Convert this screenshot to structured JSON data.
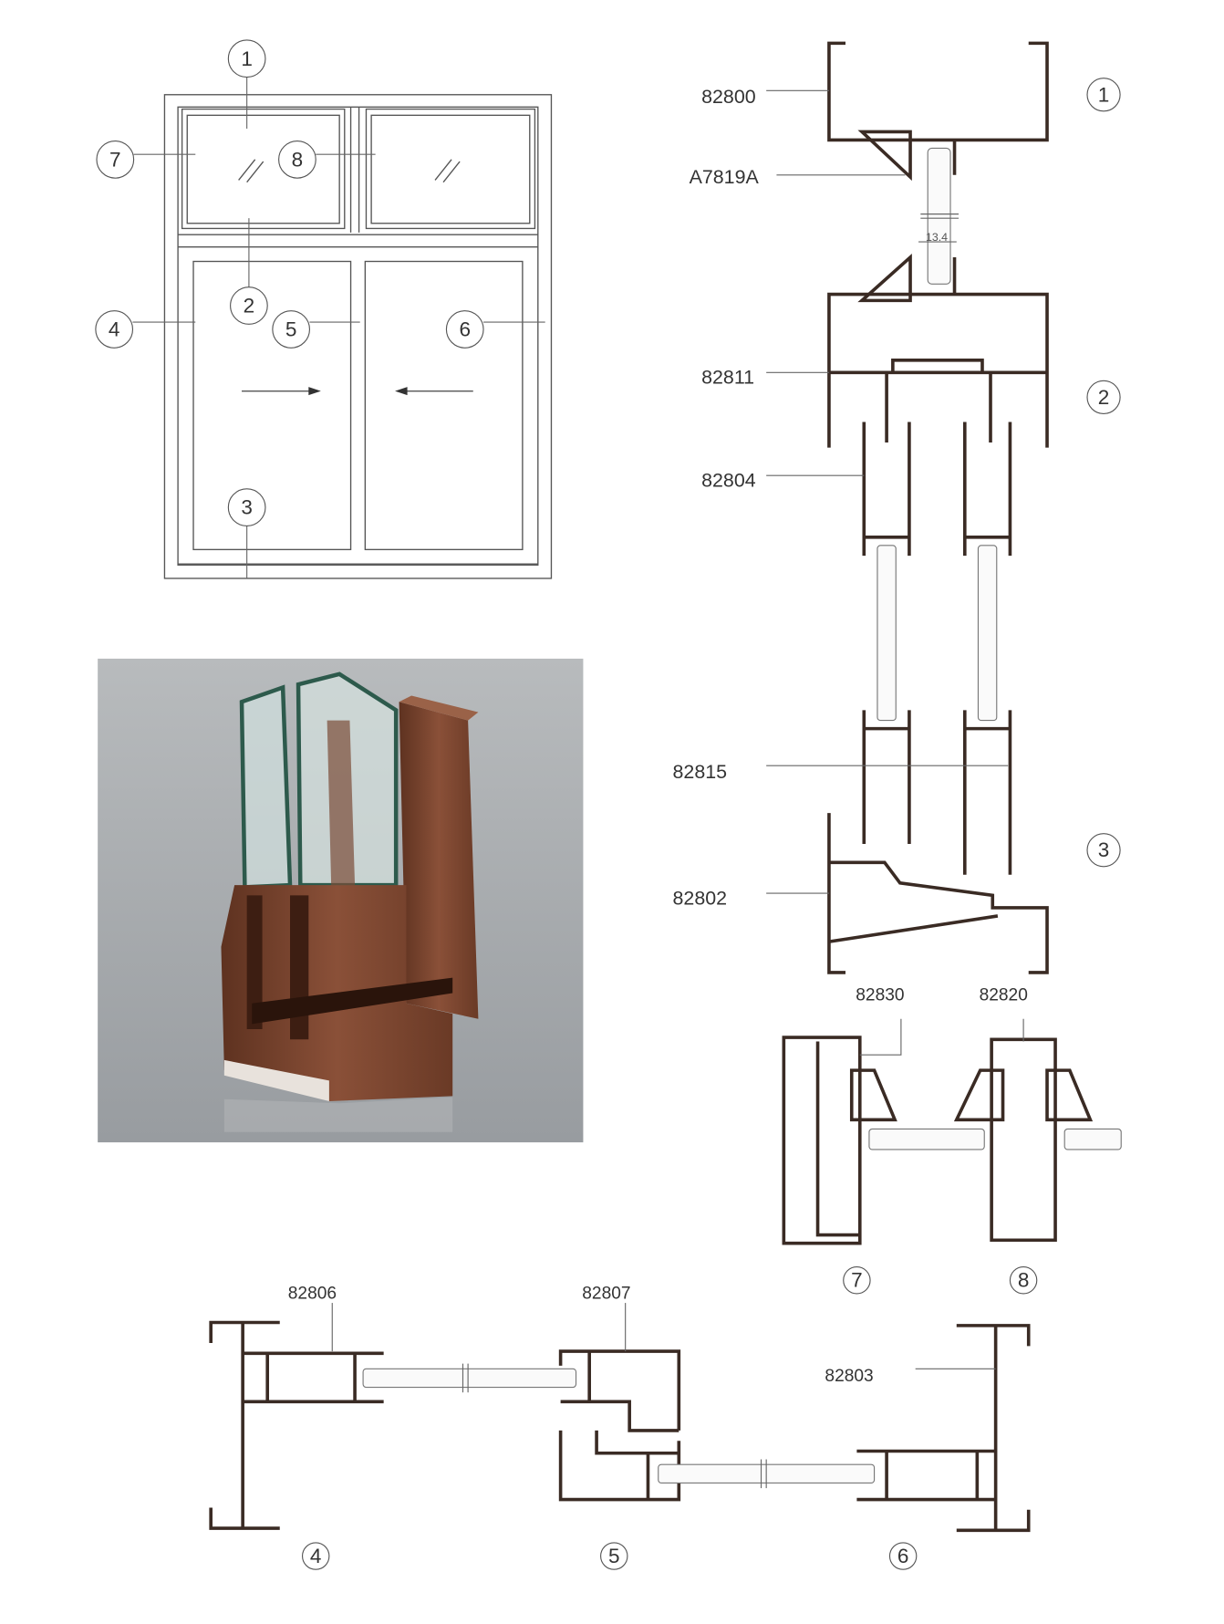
{
  "elevation": {
    "callouts": {
      "c1": "1",
      "c2": "2",
      "c3": "3",
      "c4": "4",
      "c5": "5",
      "c6": "6",
      "c7": "7",
      "c8": "8"
    }
  },
  "vertical_section": {
    "parts": {
      "head": "82800",
      "glazing_bead": "A7819A",
      "transom": "82811",
      "sash_top": "82804",
      "sash_bottom": "82815",
      "sill": "82802"
    },
    "glass_thickness": "13.4",
    "callouts": {
      "c1": "1",
      "c2": "2",
      "c3": "3"
    }
  },
  "fixed_section": {
    "parts": {
      "jamb": "82830",
      "mullion": "82820"
    },
    "callouts": {
      "c7": "7",
      "c8": "8"
    }
  },
  "horizontal_section": {
    "parts": {
      "left_sash": "82806",
      "interlock": "82807",
      "right_jamb": "82803"
    },
    "callouts": {
      "c4": "4",
      "c5": "5",
      "c6": "6"
    }
  },
  "colors": {
    "profile": "#3a2b24",
    "bronze": "#7a4530",
    "photo_bg": "#a7abae"
  }
}
